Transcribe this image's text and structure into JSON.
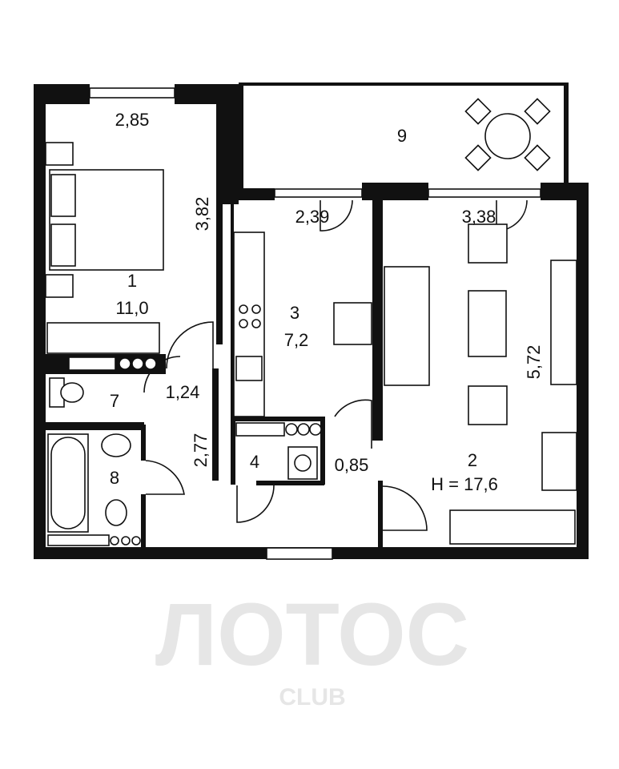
{
  "watermark": {
    "main": "ЛОТОС",
    "sub": "CLUB"
  },
  "rooms": [
    {
      "number": "1",
      "area": "11,0"
    },
    {
      "number": "2",
      "area": "H = 17,6"
    },
    {
      "number": "3",
      "area": "7,2"
    },
    {
      "number": "4"
    },
    {
      "number": "7"
    },
    {
      "number": "8"
    },
    {
      "number": "9"
    }
  ],
  "dimensions": {
    "room1_width": "2,85",
    "room1_length": "3,82",
    "kitchen_width": "2,39",
    "living_width": "3,38",
    "living_length": "5,72",
    "hall_width": "1,24",
    "hall_length": "2,77",
    "corridor_width": "0,85"
  }
}
